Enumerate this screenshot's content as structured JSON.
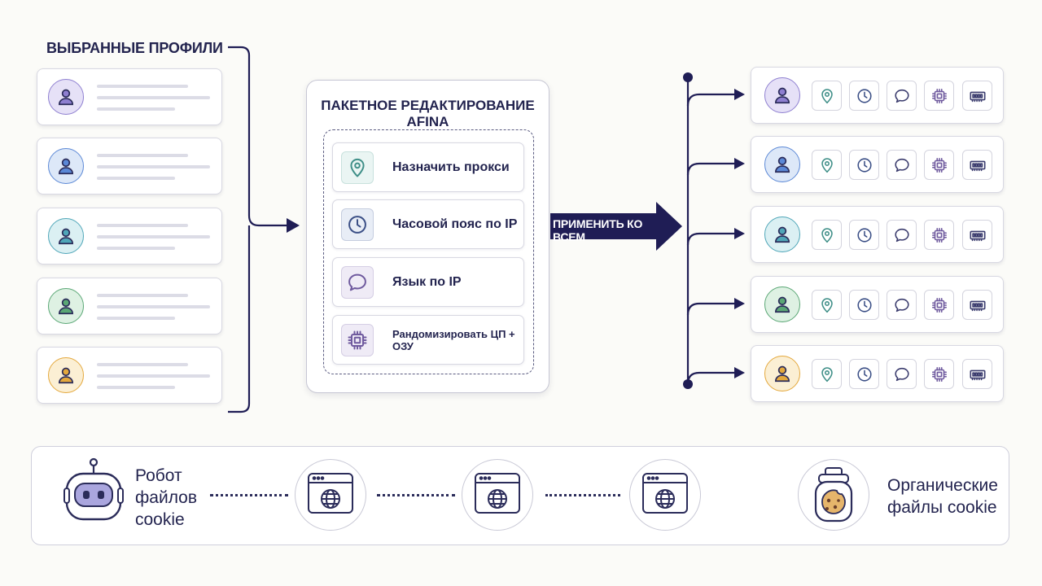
{
  "selected_profiles": {
    "title": "ВЫБРАННЫЕ ПРОФИЛИ",
    "profiles": [
      {
        "color": "#8e7fd0",
        "bg": "#e6e1f7"
      },
      {
        "color": "#5b88d6",
        "bg": "#dde8f8"
      },
      {
        "color": "#4fa6b8",
        "bg": "#dbf0f3"
      },
      {
        "color": "#5aa775",
        "bg": "#def1e3"
      },
      {
        "color": "#e4a83c",
        "bg": "#fbefd4"
      }
    ]
  },
  "batch_panel": {
    "title": "ПАКЕТНОЕ РЕДАКТИРОВАНИЕ AFINA",
    "features": [
      {
        "label": "Назначить прокси",
        "icon": "location-pin-icon",
        "color": "#3f8f88",
        "bg": "#eaf5f3"
      },
      {
        "label": "Часовой пояс по IP",
        "icon": "clock-icon",
        "color": "#3b4f86",
        "bg": "#e8edf6"
      },
      {
        "label": "Язык по IP",
        "icon": "chat-bubble-icon",
        "color": "#6f5a9e",
        "bg": "#efebf6"
      },
      {
        "label": "Рандомизировать ЦП + ОЗУ",
        "icon": "cpu-chip-icon",
        "color": "#6f5a9e",
        "bg": "#efebf6"
      }
    ]
  },
  "apply_arrow": {
    "label": "ПРИМЕНИТЬ КО ВСЕМ",
    "color": "#1f1d55"
  },
  "result_profiles": {
    "profiles": [
      {
        "color": "#8e7fd0",
        "bg": "#e6e1f7"
      },
      {
        "color": "#5b88d6",
        "bg": "#dde8f8"
      },
      {
        "color": "#4fa6b8",
        "bg": "#dbf0f3"
      },
      {
        "color": "#5aa775",
        "bg": "#def1e3"
      },
      {
        "color": "#e4a83c",
        "bg": "#fbefd4"
      }
    ],
    "setting_icons": [
      "location-pin-icon",
      "clock-icon",
      "chat-bubble-icon",
      "cpu-chip-icon",
      "memory-ram-icon"
    ]
  },
  "cookie_flow": {
    "robot_label": "Робот файлов cookie",
    "robot_label_lines": [
      "Робот",
      "файлов",
      "cookie"
    ],
    "browser_icon": "browser-globe-icon",
    "result_label": "Органические файлы cookie",
    "result_label_lines": [
      "Органические",
      "файлы cookie"
    ]
  }
}
